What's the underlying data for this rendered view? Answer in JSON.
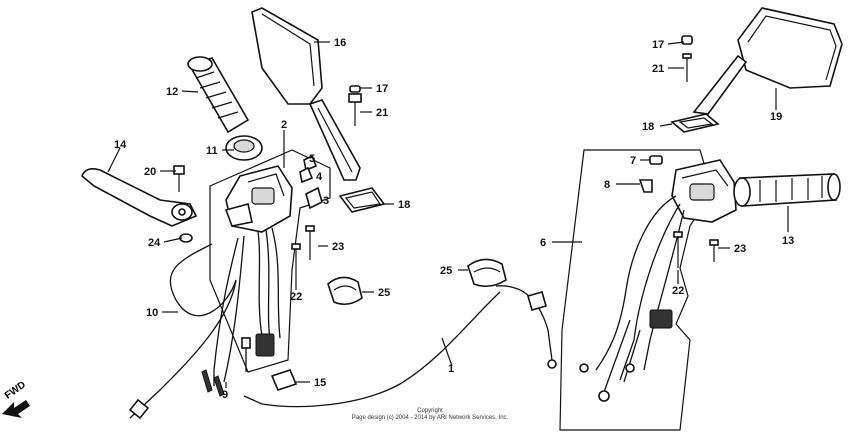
{
  "diagram": {
    "fwd_label": "FWD",
    "copyright_line1": "Copyright",
    "copyright_line2": "Page design (c) 2004 - 2014 by ARI Network Services, Inc.",
    "callouts": [
      {
        "id": "c1",
        "label": "1"
      },
      {
        "id": "c2",
        "label": "2"
      },
      {
        "id": "c3",
        "label": "3"
      },
      {
        "id": "c4",
        "label": "4"
      },
      {
        "id": "c5",
        "label": "5"
      },
      {
        "id": "c6",
        "label": "6"
      },
      {
        "id": "c7",
        "label": "7"
      },
      {
        "id": "c8",
        "label": "8"
      },
      {
        "id": "c9",
        "label": "9"
      },
      {
        "id": "c10",
        "label": "10"
      },
      {
        "id": "c11",
        "label": "11"
      },
      {
        "id": "c12",
        "label": "12"
      },
      {
        "id": "c13",
        "label": "13"
      },
      {
        "id": "c14",
        "label": "14"
      },
      {
        "id": "c15",
        "label": "15"
      },
      {
        "id": "c16",
        "label": "16"
      },
      {
        "id": "c17a",
        "label": "17"
      },
      {
        "id": "c17b",
        "label": "17"
      },
      {
        "id": "c18a",
        "label": "18"
      },
      {
        "id": "c18b",
        "label": "18"
      },
      {
        "id": "c19",
        "label": "19"
      },
      {
        "id": "c20",
        "label": "20"
      },
      {
        "id": "c21a",
        "label": "21"
      },
      {
        "id": "c21b",
        "label": "21"
      },
      {
        "id": "c22a",
        "label": "22"
      },
      {
        "id": "c22b",
        "label": "22"
      },
      {
        "id": "c23a",
        "label": "23"
      },
      {
        "id": "c23b",
        "label": "23"
      },
      {
        "id": "c24",
        "label": "24"
      },
      {
        "id": "c25a",
        "label": "25"
      },
      {
        "id": "c25b",
        "label": "25"
      }
    ]
  }
}
